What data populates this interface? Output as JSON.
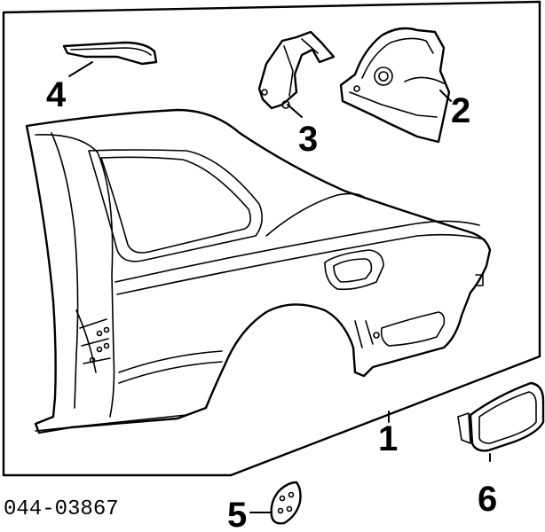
{
  "diagram_code": "044-03867",
  "callouts": [
    {
      "id": "1",
      "label": "1"
    },
    {
      "id": "2",
      "label": "2"
    },
    {
      "id": "3",
      "label": "3"
    },
    {
      "id": "4",
      "label": "4"
    },
    {
      "id": "5",
      "label": "5"
    },
    {
      "id": "6",
      "label": "6"
    }
  ]
}
